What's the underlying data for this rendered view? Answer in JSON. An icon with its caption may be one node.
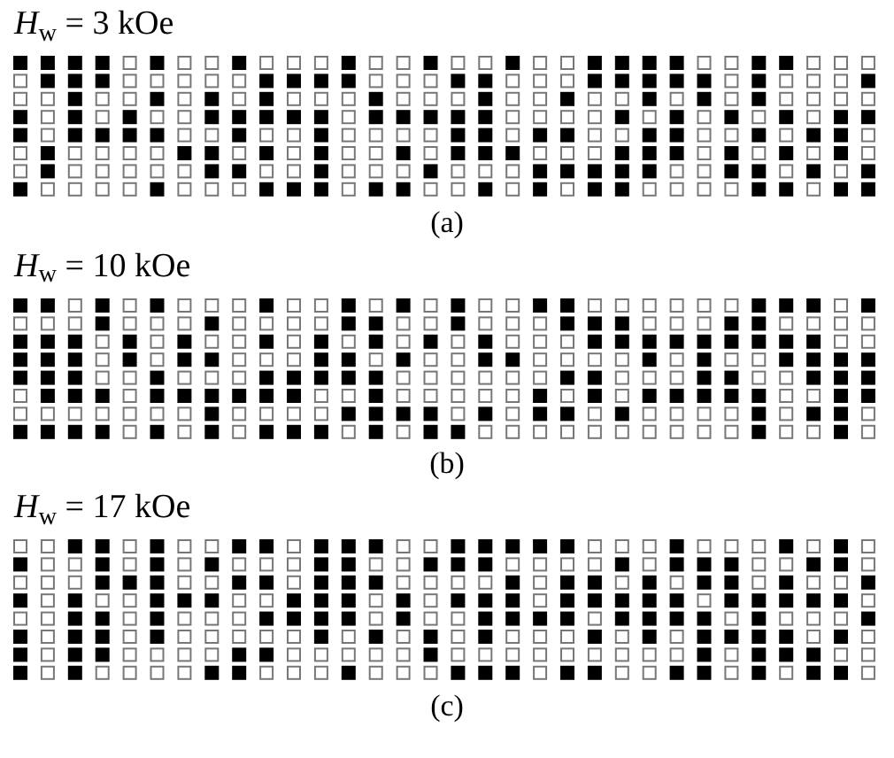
{
  "diagram": {
    "labels": [
      "*H*$_{w}$ = 3 kOe",
      "(a)",
      "*H*$_{w}$ = 10 kOe",
      "(b)",
      "*H*$_{w}$ = 17 kOe",
      "(c)"
    ]
  }
}
